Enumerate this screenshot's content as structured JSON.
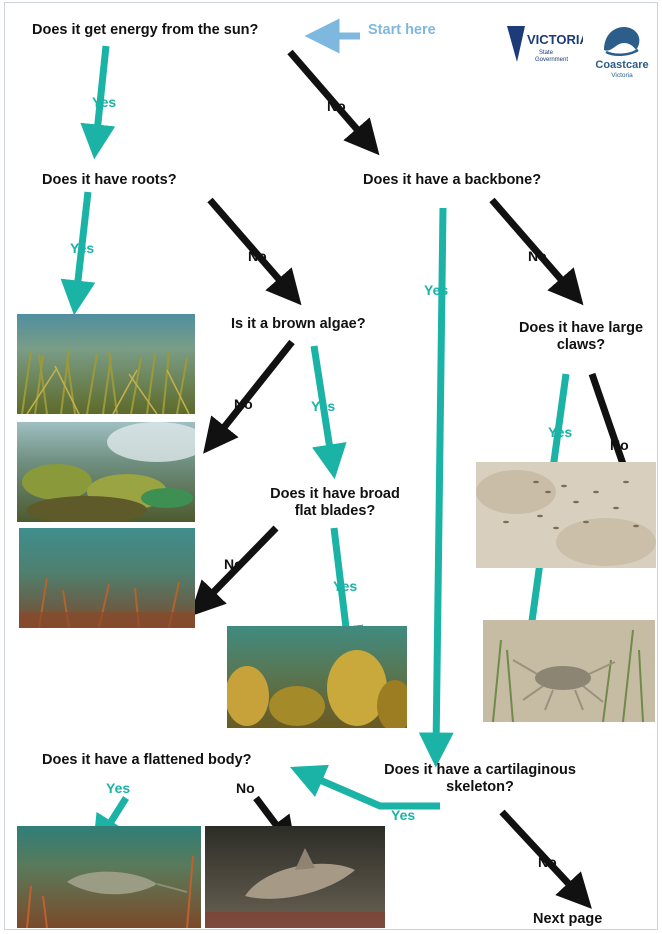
{
  "start_label": "Start here",
  "logos": {
    "victoria_text": "VICTORIA",
    "victoria_sub1": "State",
    "victoria_sub2": "Government",
    "coastcare_text": "Coastcare",
    "coastcare_sub": "Victoria"
  },
  "questions": {
    "sun": "Does it get energy from the sun?",
    "roots": "Does it have roots?",
    "backbone": "Does it have a backbone?",
    "brown_algae": "Is it a brown algae?",
    "large_claws_1": "Does it have large",
    "large_claws_2": "claws?",
    "broad_blades_1": "Does it have broad",
    "broad_blades_2": "flat blades?",
    "flattened_body": "Does it have a flattened body?",
    "cartilaginous_1": "Does it have a cartilaginous",
    "cartilaginous_2": "skeleton?",
    "next_page": "Next page"
  },
  "answer_labels": {
    "yes": "Yes",
    "no": "No"
  },
  "colors": {
    "yes": "#1ab3a6",
    "no": "#111111",
    "start": "#7fb8de"
  },
  "photos": [
    {
      "name": "seagrass-photo"
    },
    {
      "name": "green-algae-photo"
    },
    {
      "name": "red-algae-photo"
    },
    {
      "name": "kelp-photo"
    },
    {
      "name": "fish-school-photo"
    },
    {
      "name": "crab-photo"
    },
    {
      "name": "ray-photo"
    },
    {
      "name": "shark-photo"
    }
  ]
}
